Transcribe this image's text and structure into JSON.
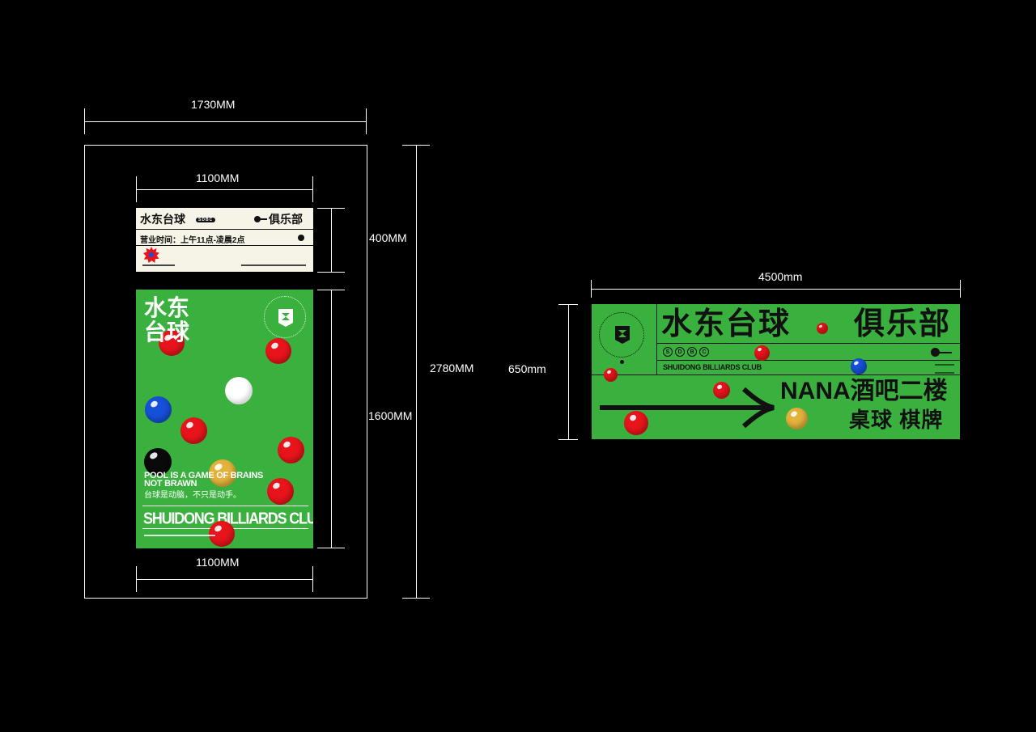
{
  "dimensions": {
    "outer_width": "1730MM",
    "outer_height": "2780MM",
    "top_sign_width": "1100MM",
    "top_sign_height": "400MM",
    "poster_height": "1600MM",
    "poster_width": "1100MM",
    "wide_sign_width": "4500mm",
    "wide_sign_height": "650mm"
  },
  "top_sign": {
    "title": "水东台球",
    "badge": "SDBC",
    "right_title": "俱乐部",
    "hours": "营业时间：上午11点-凌晨2点"
  },
  "poster": {
    "title_line1": "水东",
    "title_line2": "台球",
    "slogan_line1": "POOL IS A GAME OF BRAINS",
    "slogan_line2": "NOT BRAWN",
    "slogan_cn": "台球是动脑，不只是动手。",
    "club_name": "SHUIDONG BILLIARDS CLUB"
  },
  "wide_sign": {
    "title_left": "水东台球",
    "title_right": "俱乐部",
    "badge_letters": [
      "S",
      "D",
      "B",
      "C"
    ],
    "club_name": "SHUIDONG BILLIARDS CLUB",
    "direction_line1": "NANA酒吧二楼",
    "direction_line2": "桌球 棋牌"
  },
  "colors": {
    "background": "#000000",
    "felt_green": "#3ab03e",
    "sign_cream": "#f6f4e6",
    "ball_red": "#e8141b",
    "ball_blue": "#1650d8",
    "ball_yellow": "#e3b23a",
    "ball_black": "#0a0a0a",
    "ball_white": "#ffffff"
  }
}
